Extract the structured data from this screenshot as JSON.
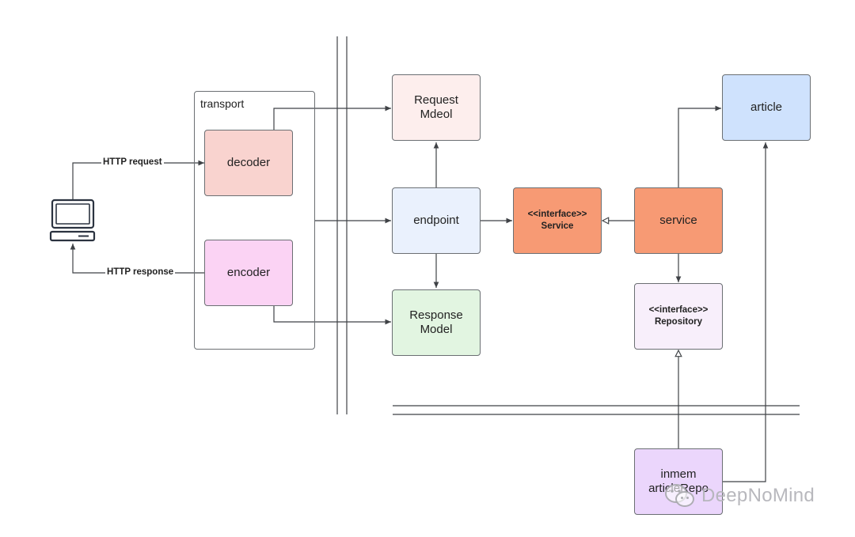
{
  "transport_group": {
    "label": "transport"
  },
  "nodes": {
    "decoder": {
      "label": "decoder",
      "color": "#f9d3cf"
    },
    "encoder": {
      "label": "encoder",
      "color": "#fbd3f4"
    },
    "request_model": {
      "label": "Request\nMdeol",
      "color": "#fdeeed"
    },
    "endpoint": {
      "label": "endpoint",
      "color": "#eaf1fd"
    },
    "response_model": {
      "label": "Response\nModel",
      "color": "#e2f5e1"
    },
    "interface_service": {
      "label": "<<interface>>\nService",
      "color": "#f79a74"
    },
    "service": {
      "label": "service",
      "color": "#f79a74"
    },
    "article": {
      "label": "article",
      "color": "#cfe2fd"
    },
    "interface_repository": {
      "label": "<<interface>>\nRepository",
      "color": "#f8effb"
    },
    "inmem_repo": {
      "label": "inmem\narticleRepo",
      "color": "#ebd6fc"
    }
  },
  "edge_labels": {
    "http_request": "HTTP request",
    "http_response": "HTTP response"
  },
  "client": {
    "icon": "computer-icon"
  },
  "watermark": {
    "text": "DeepNoMind",
    "icon": "wechat-icon"
  },
  "colors": {
    "line": "#3f4246",
    "border": "#6b6f73"
  }
}
